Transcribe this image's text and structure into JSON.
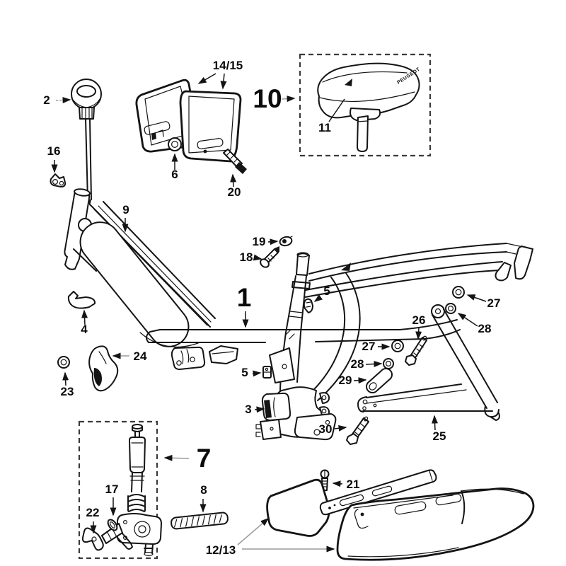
{
  "diagram": {
    "type": "exploded-parts-diagram",
    "subject": "moped frame, saddle, fuel tap and body panels",
    "brand_text": "PEUGEOT",
    "labels": {
      "n1": "1",
      "n2": "2",
      "n3": "3",
      "n4": "4",
      "n5": "5",
      "n6": "6",
      "n7": "7",
      "n8": "8",
      "n9": "9",
      "n10": "10",
      "n11": "11",
      "n12_13": "12/13",
      "n14_15": "14/15",
      "n16": "16",
      "n17": "17",
      "n18": "18",
      "n19": "19",
      "n20": "20",
      "n21": "21",
      "n22": "22",
      "n23": "23",
      "n24": "24",
      "n25": "25",
      "n26": "26",
      "n27": "27",
      "n28": "28",
      "n29": "29",
      "n30": "30"
    },
    "colors": {
      "ink": "#141414",
      "leader": "#9a9a9a",
      "paper": "#ffffff"
    }
  }
}
